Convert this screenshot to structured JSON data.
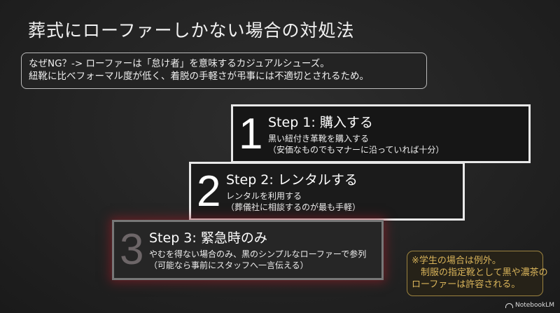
{
  "title": "葬式にローファーしかない場合の対処法",
  "intro": {
    "line1": "なぜNG？-> ローファーは「怠け者」を意味するカジュアルシューズ。",
    "line2": "紐靴に比べフォーマル度が低く、着脱の手軽さが弔事には不適切とされるため。"
  },
  "steps": [
    {
      "number": "1",
      "heading": "Step 1: 購入する",
      "body": "黒い紐付き革靴を購入する\n（安価なものでもマナーに沿っていれば十分）"
    },
    {
      "number": "2",
      "heading": "Step 2: レンタルする",
      "body": "レンタルを利用する\n（葬儀社に相談するのが最も手軽）"
    },
    {
      "number": "3",
      "heading": "Step 3: 緊急時のみ",
      "body": "やむを得ない場合のみ、黒のシンプルなローファーで参列\n（可能なら事前にスタッフへ一言伝える）"
    }
  ],
  "note": "※学生の場合は例外。\n　制服の指定靴として黒や濃茶の\nローファーは許容される。",
  "logo": "NotebookLM"
}
